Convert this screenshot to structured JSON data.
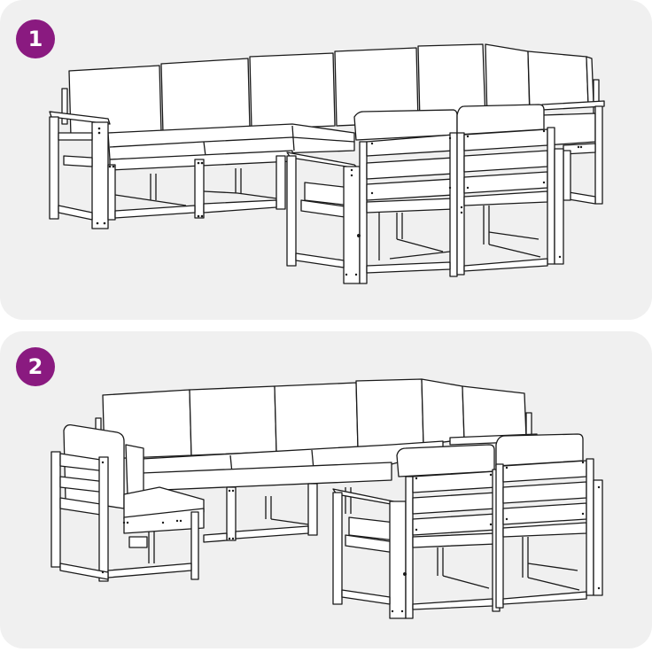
{
  "steps": [
    {
      "number": "1",
      "description": "Modular sofa: long back row of six seat modules with two separate chairs placed in front",
      "accent_color": "#8a1a80"
    },
    {
      "number": "2",
      "description": "Modules rearranged: corner module pulled out to the left forming an L-shape, two chairs in front right",
      "accent_color": "#8a1a80"
    }
  ],
  "colors": {
    "panel_background": "#f0f0f0",
    "page_background": "#ffffff",
    "badge": "#8a1a80",
    "badge_text": "#ffffff",
    "line": "#1a1a1a"
  }
}
